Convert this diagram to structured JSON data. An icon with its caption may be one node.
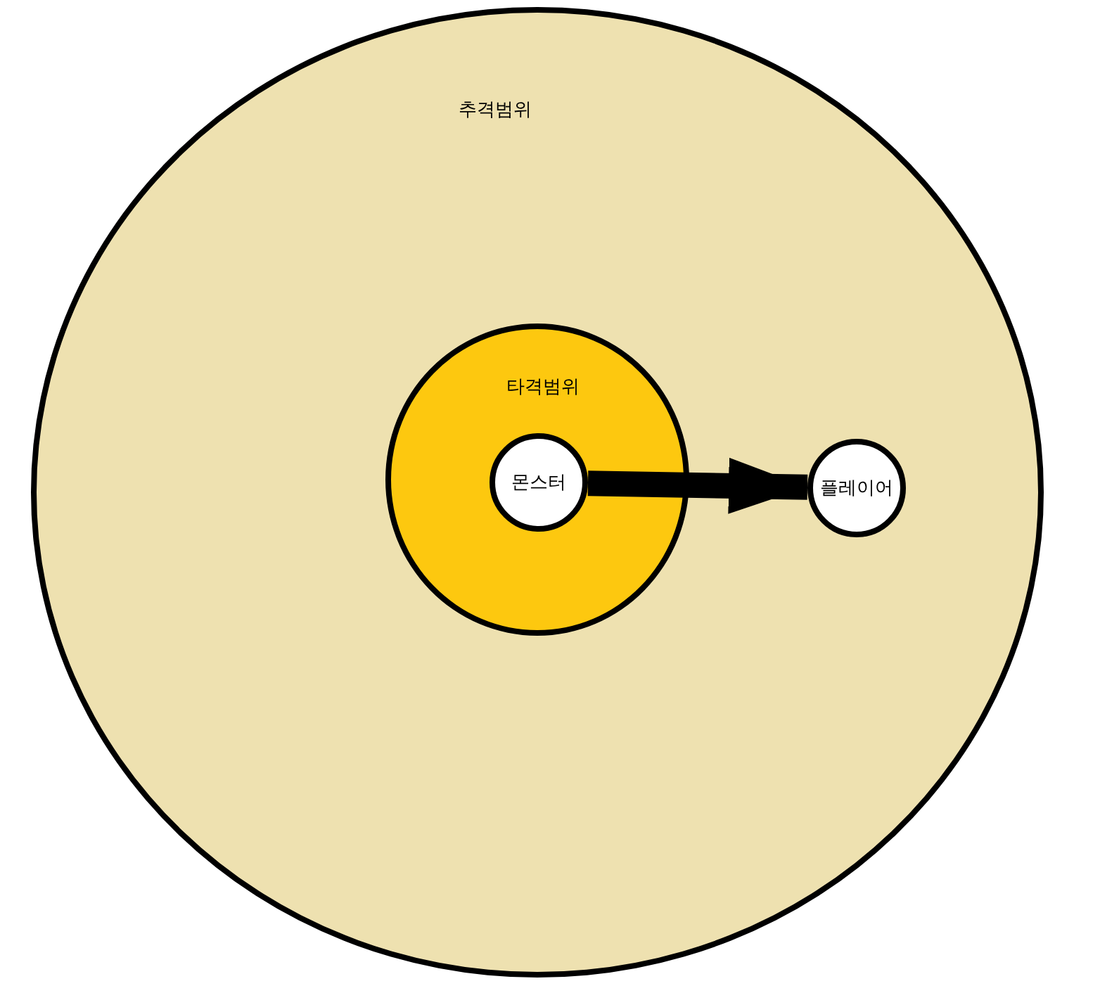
{
  "diagram": {
    "nodes": [
      {
        "text": [
          "추격범위"
        ]
      },
      {
        "text": [
          "타격범위"
        ],
        "in": 0
      },
      {
        "text": [
          "몬스터"
        ],
        "in": 1
      },
      {
        "text": [
          "플레이어"
        ],
        "in": 0
      }
    ],
    "edges": [
      {
        "from": 2,
        "to": 3,
        "arrow": "to"
      }
    ]
  }
}
